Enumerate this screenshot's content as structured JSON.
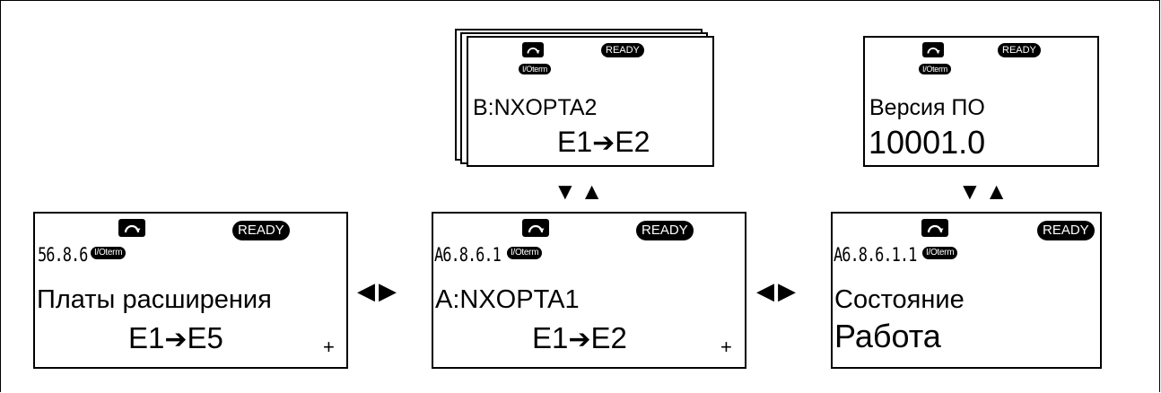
{
  "icons": {
    "rotation": "rotation-icon",
    "io_term": "I/Oterm",
    "ready": "READY"
  },
  "panels": {
    "expander": {
      "code": "56.8.6",
      "title": "Платы расширения",
      "range_from": "E1",
      "range_to": "E5",
      "pager": "+"
    },
    "slot_a": {
      "code": "A6.8.6.1",
      "title": "A:NXOPTA1",
      "range_from": "E1",
      "range_to": "E2",
      "pager": "+"
    },
    "status": {
      "code": "A6.8.6.1.1",
      "title": "Состояние",
      "value": "Работа"
    },
    "slot_b": {
      "title": "B:NXOPTA2",
      "range_from": "E1",
      "range_to": "E2"
    },
    "software": {
      "title": "Версия ПО",
      "value": "10001.0"
    }
  },
  "navigation": {
    "left_right": "◀▶",
    "down_up": "▼▲"
  }
}
